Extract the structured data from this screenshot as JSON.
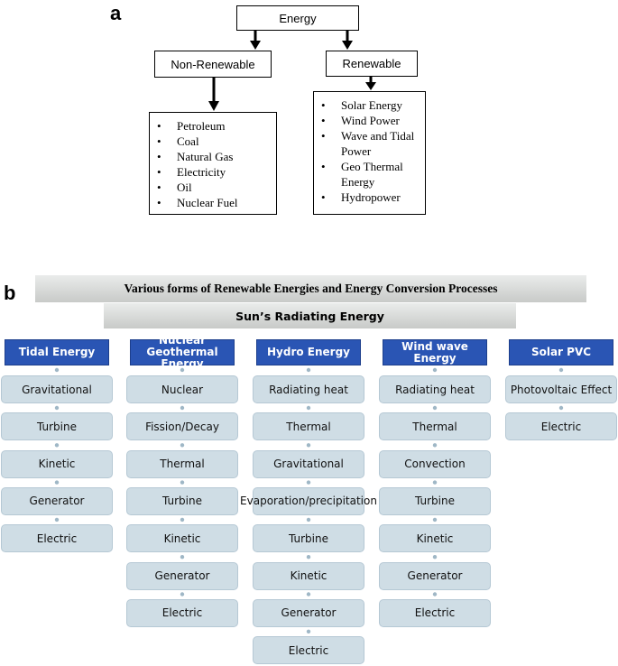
{
  "panel_a": {
    "letter": "a",
    "root": "Energy",
    "left_node": "Non-Renewable",
    "right_node": "Renewable",
    "left_items": [
      "Petroleum",
      "Coal",
      "Natural Gas",
      "Electricity",
      "Oil",
      "Nuclear Fuel"
    ],
    "right_items": [
      "Solar Energy",
      "Wind Power",
      "Wave and Tidal Power",
      "Geo Thermal Energy",
      "Hydropower"
    ]
  },
  "panel_b": {
    "letter": "b",
    "title": "Various forms of Renewable Energies and Energy Conversion Processes",
    "subtitle": "Sun’s Radiating Energy",
    "columns": [
      {
        "header": "Tidal Energy",
        "steps": [
          "Gravitational",
          "Turbine",
          "Kinetic",
          "Generator",
          "Electric"
        ]
      },
      {
        "header": "Nuclear Geothermal Energy",
        "steps": [
          "Nuclear",
          "Fission/Decay",
          "Thermal",
          "Turbine",
          "Kinetic",
          "Generator",
          "Electric"
        ]
      },
      {
        "header": "Hydro Energy",
        "steps": [
          "Radiating heat",
          "Thermal",
          "Gravitational",
          "Evaporation/precipitation",
          "Turbine",
          "Kinetic",
          "Generator",
          "Electric"
        ]
      },
      {
        "header": "Wind wave Energy",
        "steps": [
          "Radiating heat",
          "Thermal",
          "Convection",
          "Turbine",
          "Kinetic",
          "Generator",
          "Electric"
        ]
      },
      {
        "header": "Solar PVC",
        "steps": [
          "Photovoltaic Effect",
          "Electric"
        ]
      }
    ]
  }
}
